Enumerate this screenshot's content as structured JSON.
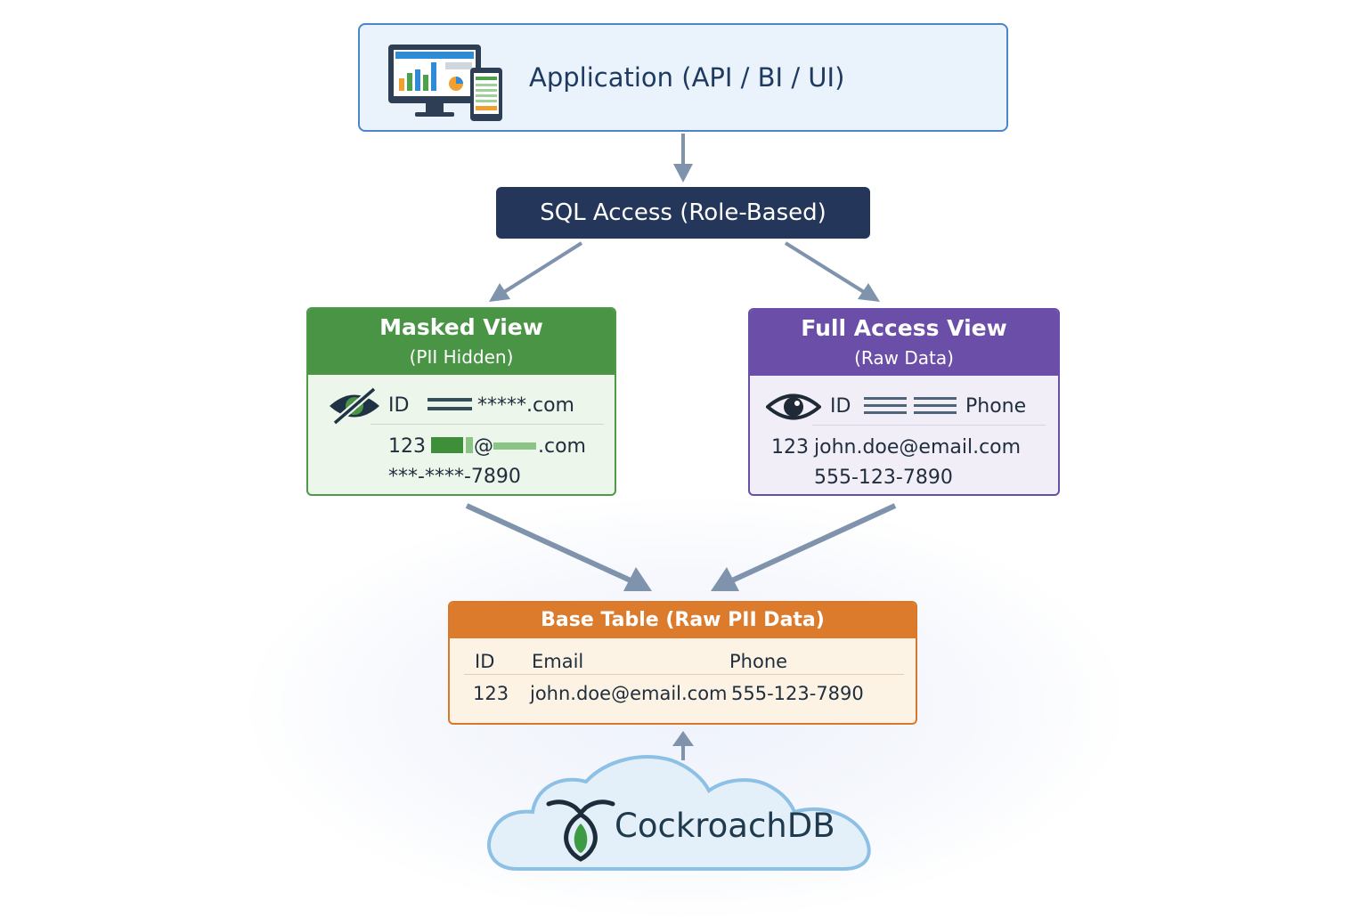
{
  "application": {
    "title": "Application (API / BI / UI)",
    "icon": "dashboard-devices-icon"
  },
  "sql_access": {
    "label": "SQL Access (Role-Based)"
  },
  "masked_view": {
    "title": "Masked View",
    "subtitle": "(PII Hidden)",
    "icon": "eye-slash-icon",
    "header_id": "ID",
    "header_email": "*****.com",
    "row_id": "123",
    "row_email_mid": "@",
    "row_email_suffix": ".com",
    "row_phone": "***-****-7890",
    "accent": "#4a9445"
  },
  "full_view": {
    "title": "Full Access View",
    "subtitle": "(Raw Data)",
    "icon": "eye-icon",
    "header_id": "ID",
    "header_phone": "Phone",
    "row_id": "123",
    "row_email": "john.doe@email.com",
    "row_phone": "555-123-7890",
    "accent": "#6b4ea8"
  },
  "base_table": {
    "title": "Base Table (Raw PII Data)",
    "columns": [
      "ID",
      "Email",
      "Phone"
    ],
    "rows": [
      [
        "123",
        "john.doe@email.com",
        "555-123-7890"
      ]
    ],
    "accent": "#dd7b2c"
  },
  "database": {
    "name": "CockroachDB",
    "icon": "cockroach-logo-icon"
  }
}
